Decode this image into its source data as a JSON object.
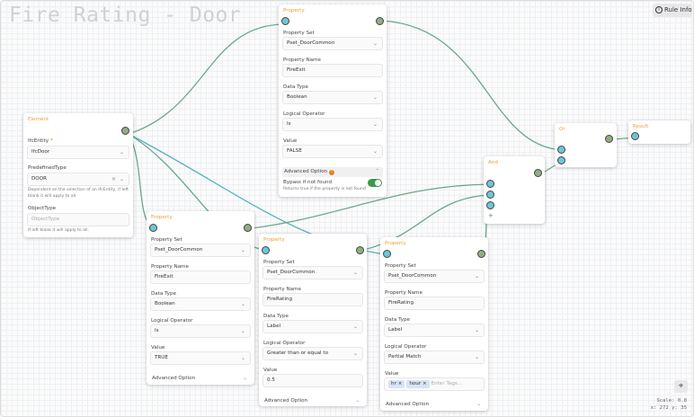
{
  "title": "Fire Rating - Door",
  "rule_info": "Rule Info",
  "recenter_icon": "crosshair-icon",
  "scale_text": "Scale: 0.8",
  "coords_text": "x: 272 y: 35",
  "colors": {
    "accent": "#f0a030",
    "input_port": "#6cc6d8",
    "output_port": "#93ad82",
    "edge_green": "#6aa88a",
    "edge_teal": "#5bb3b8",
    "toggle": "#3a9a4a"
  },
  "element": {
    "title": "Element",
    "ifc_entity_label": "IfcEntity",
    "required": "*",
    "ifc_entity": "IfcDoor",
    "predefined_label": "PredefinedType",
    "predefined": "DOOR",
    "predefined_help": "Dependent on the selection of an IfcEntity, if left blank it will apply to all.",
    "object_type_label": "ObjectType",
    "object_type_placeholder": "ObjectType",
    "object_type_help": "If left blank it will apply to all."
  },
  "properties": [
    {
      "title": "Property",
      "fields": [
        {
          "label": "Property Set",
          "value": "Pset_DoorCommon",
          "kind": "select"
        },
        {
          "label": "Property Name",
          "value": "FireExit",
          "kind": "input"
        },
        {
          "label": "Data Type",
          "value": "Boolean",
          "kind": "select"
        },
        {
          "label": "Logical Operator",
          "value": "Is",
          "kind": "select"
        },
        {
          "label": "Value",
          "value": "FALSE",
          "kind": "select"
        }
      ],
      "advanced": "Advanced Option",
      "advanced_badge": "!",
      "advanced_open": true,
      "bypass_label": "Bypass if not found",
      "bypass_on": true,
      "bypass_help": "Returns true if the property is not found"
    },
    {
      "title": "Property",
      "fields": [
        {
          "label": "Property Set",
          "value": "Pset_DoorCommon",
          "kind": "select"
        },
        {
          "label": "Property Name",
          "value": "FireExit",
          "kind": "input"
        },
        {
          "label": "Data Type",
          "value": "Boolean",
          "kind": "select"
        },
        {
          "label": "Logical Operator",
          "value": "Is",
          "kind": "select"
        },
        {
          "label": "Value",
          "value": "TRUE",
          "kind": "select"
        }
      ],
      "advanced": "Advanced Option"
    },
    {
      "title": "Property",
      "fields": [
        {
          "label": "Property Set",
          "value": "Pset_DoorCommon",
          "kind": "select"
        },
        {
          "label": "Property Name",
          "value": "FireRating",
          "kind": "input"
        },
        {
          "label": "Data Type",
          "value": "Label",
          "kind": "select"
        },
        {
          "label": "Logical Operator",
          "value": "Greater than or equal to",
          "kind": "select"
        },
        {
          "label": "Value",
          "value": "0.5",
          "kind": "input"
        }
      ],
      "advanced": "Advanced Option"
    },
    {
      "title": "Property",
      "fields": [
        {
          "label": "Property Set",
          "value": "Pset_DoorCommon",
          "kind": "select"
        },
        {
          "label": "Property Name",
          "value": "FireRating",
          "kind": "input"
        },
        {
          "label": "Data Type",
          "value": "Label",
          "kind": "select"
        },
        {
          "label": "Logical Operator",
          "value": "Partial Match",
          "kind": "select"
        },
        {
          "label": "Value",
          "kind": "tags",
          "tags": [
            "hr",
            "hour"
          ],
          "placeholder": "Enter Tags..."
        }
      ],
      "advanced": "Advanced Option"
    }
  ],
  "and_node": {
    "title": "And",
    "add": "+"
  },
  "or_node": {
    "title": "Or"
  },
  "result_node": {
    "title": "Result"
  }
}
